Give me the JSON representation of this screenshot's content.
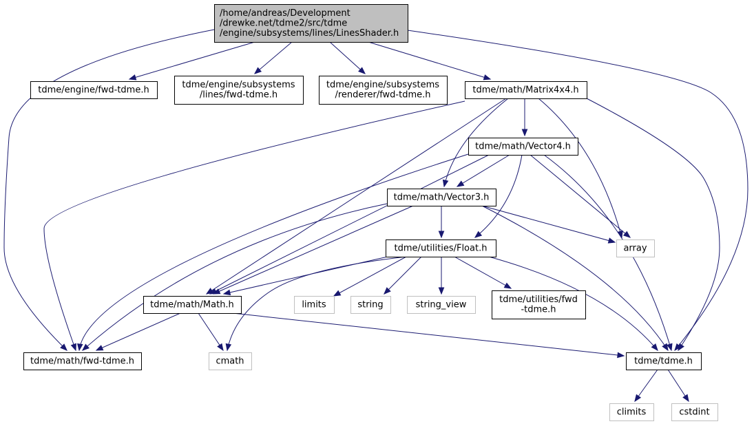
{
  "diagram": {
    "type": "include-dependency-graph",
    "colors": {
      "edge": "#191970",
      "root_fill": "#bfbfbf",
      "node_border": "#000000",
      "system_border": "#bfbfbf",
      "background": "#ffffff"
    },
    "nodes": [
      {
        "id": "root",
        "kind": "root",
        "lines": [
          "/home/andreas/Development",
          "/drewke.net/tdme2/src/tdme",
          "/engine/subsystems/lines/LinesShader.h"
        ]
      },
      {
        "id": "engine_fwd",
        "kind": "local",
        "lines": [
          "tdme/engine/fwd-tdme.h"
        ]
      },
      {
        "id": "lines_fwd",
        "kind": "local",
        "lines": [
          "tdme/engine/subsystems",
          "/lines/fwd-tdme.h"
        ]
      },
      {
        "id": "renderer_fwd",
        "kind": "local",
        "lines": [
          "tdme/engine/subsystems",
          "/renderer/fwd-tdme.h"
        ]
      },
      {
        "id": "matrix4x4",
        "kind": "local",
        "lines": [
          "tdme/math/Matrix4x4.h"
        ]
      },
      {
        "id": "vector4",
        "kind": "local",
        "lines": [
          "tdme/math/Vector4.h"
        ]
      },
      {
        "id": "vector3",
        "kind": "local",
        "lines": [
          "tdme/math/Vector3.h"
        ]
      },
      {
        "id": "array",
        "kind": "system",
        "lines": [
          "array"
        ]
      },
      {
        "id": "float_h",
        "kind": "local",
        "lines": [
          "tdme/utilities/Float.h"
        ]
      },
      {
        "id": "math_h",
        "kind": "local",
        "lines": [
          "tdme/math/Math.h"
        ]
      },
      {
        "id": "limits",
        "kind": "system",
        "lines": [
          "limits"
        ]
      },
      {
        "id": "string",
        "kind": "system",
        "lines": [
          "string"
        ]
      },
      {
        "id": "string_view",
        "kind": "system",
        "lines": [
          "string_view"
        ]
      },
      {
        "id": "utilities_fwd",
        "kind": "local",
        "lines": [
          "tdme/utilities/fwd",
          "-tdme.h"
        ]
      },
      {
        "id": "math_fwd",
        "kind": "local",
        "lines": [
          "tdme/math/fwd-tdme.h"
        ]
      },
      {
        "id": "cmath",
        "kind": "system",
        "lines": [
          "cmath"
        ]
      },
      {
        "id": "tdme_h",
        "kind": "local",
        "lines": [
          "tdme/tdme.h"
        ]
      },
      {
        "id": "climits",
        "kind": "system",
        "lines": [
          "climits"
        ]
      },
      {
        "id": "cstdint",
        "kind": "system",
        "lines": [
          "cstdint"
        ]
      }
    ],
    "edges": [
      {
        "from": "root",
        "to": "engine_fwd"
      },
      {
        "from": "root",
        "to": "lines_fwd"
      },
      {
        "from": "root",
        "to": "renderer_fwd"
      },
      {
        "from": "root",
        "to": "matrix4x4"
      },
      {
        "from": "root",
        "to": "math_fwd"
      },
      {
        "from": "root",
        "to": "tdme_h"
      },
      {
        "from": "matrix4x4",
        "to": "vector4"
      },
      {
        "from": "matrix4x4",
        "to": "vector3"
      },
      {
        "from": "matrix4x4",
        "to": "array"
      },
      {
        "from": "matrix4x4",
        "to": "math_h"
      },
      {
        "from": "matrix4x4",
        "to": "math_fwd"
      },
      {
        "from": "matrix4x4",
        "to": "tdme_h"
      },
      {
        "from": "vector4",
        "to": "vector3"
      },
      {
        "from": "vector4",
        "to": "float_h"
      },
      {
        "from": "vector4",
        "to": "array"
      },
      {
        "from": "vector4",
        "to": "math_h"
      },
      {
        "from": "vector4",
        "to": "math_fwd"
      },
      {
        "from": "vector4",
        "to": "tdme_h"
      },
      {
        "from": "vector3",
        "to": "float_h"
      },
      {
        "from": "vector3",
        "to": "array"
      },
      {
        "from": "vector3",
        "to": "math_h"
      },
      {
        "from": "vector3",
        "to": "math_fwd"
      },
      {
        "from": "vector3",
        "to": "tdme_h"
      },
      {
        "from": "float_h",
        "to": "math_h"
      },
      {
        "from": "float_h",
        "to": "cmath"
      },
      {
        "from": "float_h",
        "to": "limits"
      },
      {
        "from": "float_h",
        "to": "string"
      },
      {
        "from": "float_h",
        "to": "string_view"
      },
      {
        "from": "float_h",
        "to": "utilities_fwd"
      },
      {
        "from": "float_h",
        "to": "tdme_h"
      },
      {
        "from": "math_h",
        "to": "math_fwd"
      },
      {
        "from": "math_h",
        "to": "cmath"
      },
      {
        "from": "math_h",
        "to": "tdme_h"
      },
      {
        "from": "tdme_h",
        "to": "climits"
      },
      {
        "from": "tdme_h",
        "to": "cstdint"
      }
    ]
  }
}
